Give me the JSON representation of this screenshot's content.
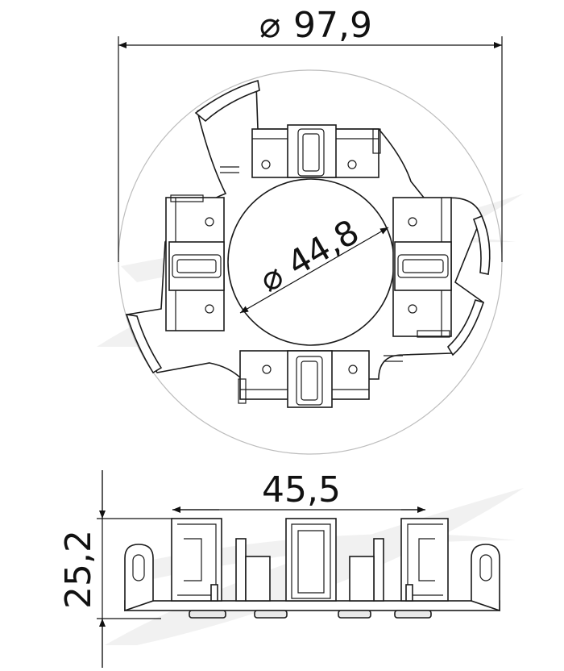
{
  "dimensions": {
    "outer_diameter": "97,9",
    "inner_diameter": "44,8",
    "width": "45,5",
    "height": "25,2"
  },
  "symbols": {
    "diameter": "⌀"
  },
  "colors": {
    "line": "#111111",
    "watermark": "#f1f1f1",
    "circle": "#bdbdbd"
  }
}
